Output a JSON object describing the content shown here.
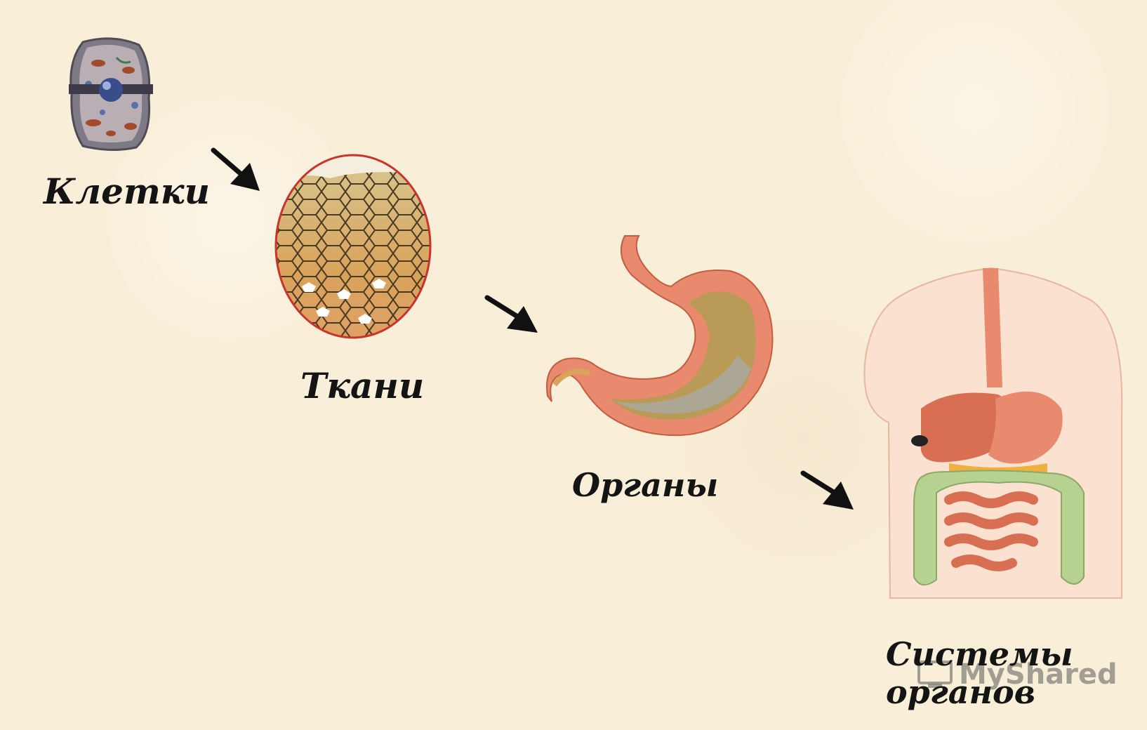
{
  "diagram": {
    "nodes": [
      {
        "id": "cells",
        "label": "Клетки",
        "icon": "cell-icon"
      },
      {
        "id": "tissues",
        "label": "Ткани",
        "icon": "tissue-icon"
      },
      {
        "id": "organs",
        "label": "Органы",
        "icon": "stomach-icon"
      },
      {
        "id": "systems",
        "label_line1": "Системы",
        "label_line2": "органов",
        "icon": "digestive-system-icon"
      }
    ],
    "edges": [
      {
        "from": "cells",
        "to": "tissues"
      },
      {
        "from": "tissues",
        "to": "organs"
      },
      {
        "from": "organs",
        "to": "systems"
      }
    ]
  },
  "watermark": {
    "text": "MyShared",
    "icon": "myshared-logo-icon"
  },
  "colors": {
    "background": "#f9efd9",
    "arrow": "#111111",
    "label": "#141414",
    "tissue_outline": "#c8342c",
    "organ": "#e98a6e",
    "intestine": "#b7d190"
  }
}
